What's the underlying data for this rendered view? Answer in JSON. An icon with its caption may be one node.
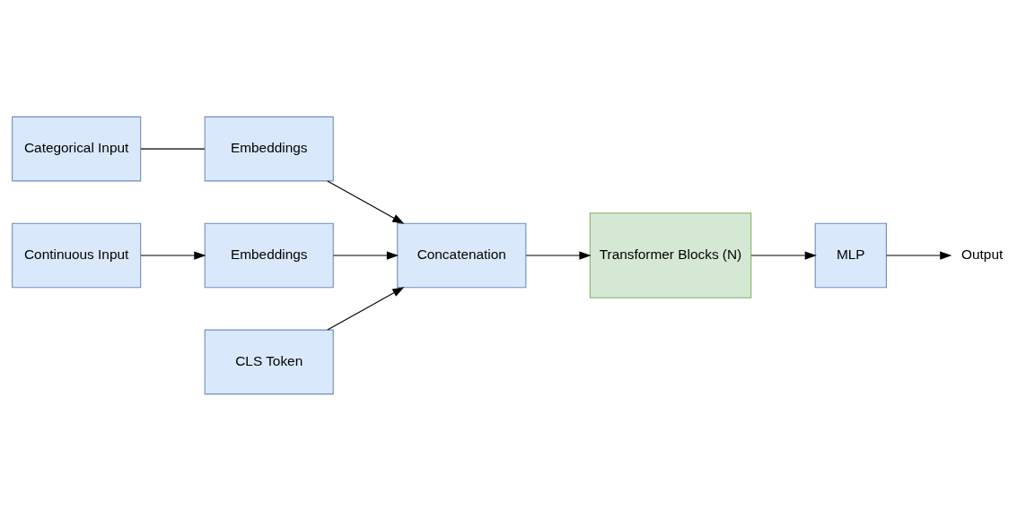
{
  "diagram": {
    "nodes": [
      {
        "text": [
          "Categorical Input"
        ]
      },
      {
        "text": [
          "Embeddings"
        ]
      },
      {
        "text": [
          "Continuous Input"
        ]
      },
      {
        "text": [
          "Embeddings"
        ]
      },
      {
        "text": [
          "CLS Token"
        ]
      },
      {
        "text": [
          "Concatenation"
        ]
      },
      {
        "text": [
          "Transformer Blocks (N)"
        ]
      },
      {
        "text": [
          "MLP"
        ]
      },
      {
        "text": [
          "Output"
        ]
      }
    ],
    "edges": [
      {
        "from": 0,
        "to": 1,
        "arrow": "none"
      },
      {
        "from": 2,
        "to": 3,
        "arrow": "to"
      },
      {
        "from": 1,
        "to": 5,
        "arrow": "to"
      },
      {
        "from": 3,
        "to": 5,
        "arrow": "to"
      },
      {
        "from": 4,
        "to": 5,
        "arrow": "to"
      },
      {
        "from": 5,
        "to": 6,
        "arrow": "to"
      },
      {
        "from": 6,
        "to": 7,
        "arrow": "to"
      },
      {
        "from": 7,
        "to": 8,
        "arrow": "to"
      }
    ]
  }
}
